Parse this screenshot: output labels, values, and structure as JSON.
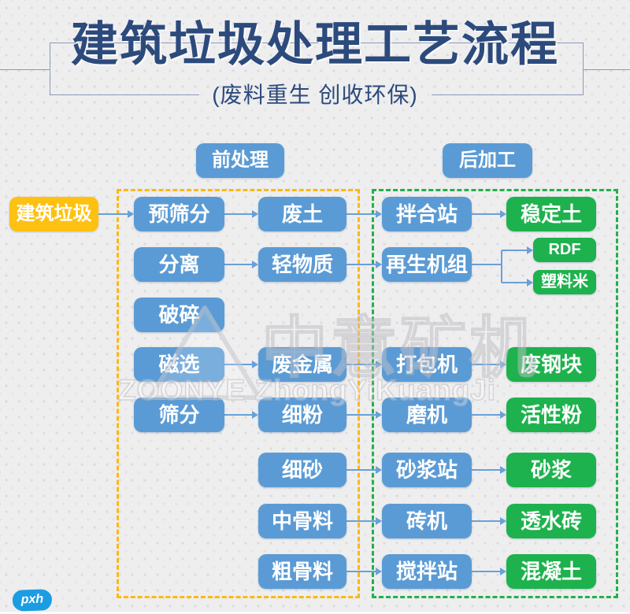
{
  "header": {
    "title": "建筑垃圾处理工艺流程",
    "subtitle": "(废料重生 创收环保)"
  },
  "sections": {
    "pre": "前处理",
    "post": "后加工"
  },
  "watermark": {
    "cn": "中意矿机",
    "en": "ZOONYE ZhongYiKuangJi"
  },
  "logo": {
    "text": "pxh"
  },
  "palette": {
    "bg": "#eeeeef",
    "title_navy": "#2c4a7c",
    "deco_line": "#8d99b5",
    "blue": "#5b9bd5",
    "green": "#1db24d",
    "yellow": "#fec111",
    "dash_yellow": "#fdb813",
    "dash_green": "#22b14c",
    "arrow": "#6aa0d8",
    "logo_blue": "#1c9ce3"
  },
  "flowchart": {
    "nodes": [
      {
        "id": "construction-waste",
        "label": "建筑垃圾",
        "col": "source",
        "row": 0,
        "color": "yellow"
      },
      {
        "id": "pre-screening",
        "label": "预筛分",
        "col": "left",
        "row": 0,
        "color": "blue"
      },
      {
        "id": "waste-soil",
        "label": "废土",
        "col": "mid",
        "row": 0,
        "color": "blue"
      },
      {
        "id": "mixing-station",
        "label": "拌合站",
        "col": "right",
        "row": 0,
        "color": "blue"
      },
      {
        "id": "stabilized-soil",
        "label": "稳定土",
        "col": "product",
        "row": 0,
        "color": "green"
      },
      {
        "id": "separation",
        "label": "分离",
        "col": "left",
        "row": 1,
        "color": "blue"
      },
      {
        "id": "light-materials",
        "label": "轻物质",
        "col": "mid",
        "row": 1,
        "color": "blue"
      },
      {
        "id": "regeneration-unit",
        "label": "再生机组",
        "col": "right",
        "row": 1,
        "color": "blue"
      },
      {
        "id": "rdf",
        "label": "RDF",
        "col": "small",
        "row": 1,
        "color": "green"
      },
      {
        "id": "plastic-pellets",
        "label": "塑料米",
        "col": "small",
        "row": 1,
        "color": "green"
      },
      {
        "id": "crushing",
        "label": "破碎",
        "col": "left",
        "row": 2,
        "color": "blue"
      },
      {
        "id": "magnetic-separation",
        "label": "磁选",
        "col": "left",
        "row": 3,
        "color": "blue"
      },
      {
        "id": "scrap-metal",
        "label": "废金属",
        "col": "mid",
        "row": 3,
        "color": "blue"
      },
      {
        "id": "baler",
        "label": "打包机",
        "col": "right",
        "row": 3,
        "color": "blue"
      },
      {
        "id": "scrap-steel-block",
        "label": "废钢块",
        "col": "product",
        "row": 3,
        "color": "green"
      },
      {
        "id": "screening",
        "label": "筛分",
        "col": "left",
        "row": 4,
        "color": "blue"
      },
      {
        "id": "fine-powder",
        "label": "细粉",
        "col": "mid",
        "row": 4,
        "color": "blue"
      },
      {
        "id": "grinding-mill",
        "label": "磨机",
        "col": "right",
        "row": 4,
        "color": "blue"
      },
      {
        "id": "active-powder",
        "label": "活性粉",
        "col": "product",
        "row": 4,
        "color": "green"
      },
      {
        "id": "fine-sand",
        "label": "细砂",
        "col": "mid",
        "row": 5,
        "color": "blue"
      },
      {
        "id": "mortar-station",
        "label": "砂浆站",
        "col": "right",
        "row": 5,
        "color": "blue"
      },
      {
        "id": "mortar",
        "label": "砂浆",
        "col": "product",
        "row": 5,
        "color": "green"
      },
      {
        "id": "medium-aggregate",
        "label": "中骨料",
        "col": "mid",
        "row": 6,
        "color": "blue"
      },
      {
        "id": "brick-machine",
        "label": "砖机",
        "col": "right",
        "row": 6,
        "color": "blue"
      },
      {
        "id": "permeable-brick",
        "label": "透水砖",
        "col": "product",
        "row": 6,
        "color": "green"
      },
      {
        "id": "coarse-aggregate",
        "label": "粗骨料",
        "col": "mid",
        "row": 7,
        "color": "blue"
      },
      {
        "id": "mixing-plant",
        "label": "搅拌站",
        "col": "right",
        "row": 7,
        "color": "blue"
      },
      {
        "id": "concrete",
        "label": "混凝土",
        "col": "product",
        "row": 7,
        "color": "green"
      }
    ],
    "edges": [
      {
        "from": "construction-waste",
        "to": "pre-screening"
      },
      {
        "from": "pre-screening",
        "to": "waste-soil"
      },
      {
        "from": "waste-soil",
        "to": "mixing-station"
      },
      {
        "from": "mixing-station",
        "to": "stabilized-soil"
      },
      {
        "from": "separation",
        "to": "light-materials"
      },
      {
        "from": "light-materials",
        "to": "regeneration-unit"
      },
      {
        "from": "regeneration-unit",
        "to": [
          "rdf",
          "plastic-pellets"
        ]
      },
      {
        "from": "magnetic-separation",
        "to": "scrap-metal"
      },
      {
        "from": "scrap-metal",
        "to": "baler"
      },
      {
        "from": "baler",
        "to": "scrap-steel-block"
      },
      {
        "from": "screening",
        "to": "fine-powder"
      },
      {
        "from": "fine-powder",
        "to": "grinding-mill"
      },
      {
        "from": "grinding-mill",
        "to": "active-powder"
      },
      {
        "from": "fine-sand",
        "to": "mortar-station"
      },
      {
        "from": "mortar-station",
        "to": "mortar"
      },
      {
        "from": "medium-aggregate",
        "to": "brick-machine"
      },
      {
        "from": "brick-machine",
        "to": "permeable-brick"
      },
      {
        "from": "coarse-aggregate",
        "to": "mixing-plant"
      },
      {
        "from": "mixing-plant",
        "to": "concrete"
      }
    ]
  }
}
